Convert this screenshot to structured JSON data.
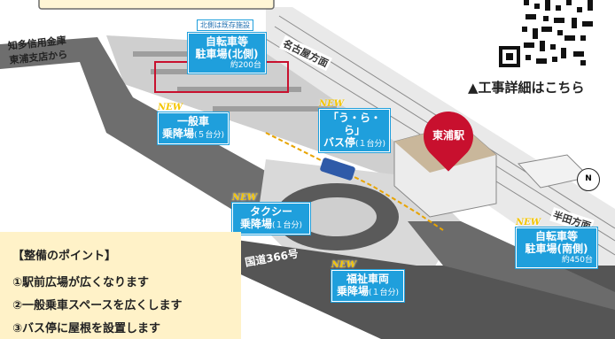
{
  "header_banner": "",
  "labels": {
    "from_bank": "知多信用金庫\n東浦支店から",
    "to_nagoya": "名古屋方面",
    "to_handa": "半田方面",
    "route366": "国道366号",
    "compass_n": "N"
  },
  "station": {
    "name": "東浦駅"
  },
  "callouts": {
    "bike_north": {
      "note": "北側は既存施設",
      "line1": "自転車等",
      "line2": "駐車場(北側)",
      "capacity": "約200台"
    },
    "general_car": {
      "new": "NEW",
      "line1": "一般車",
      "line2": "乗降場",
      "capacity": "(５台分)"
    },
    "bus_stop": {
      "new": "NEW",
      "line1": "「う・ら・ら」",
      "line2": "バス停",
      "capacity": "(１台分)"
    },
    "taxi": {
      "new": "NEW",
      "line1": "タクシー",
      "line2": "乗降場",
      "capacity": "(１台分)"
    },
    "welfare": {
      "new": "NEW",
      "line1": "福祉車両",
      "line2": "乗降場",
      "capacity": "(１台分)"
    },
    "bike_south": {
      "new": "NEW",
      "line1": "自転車等",
      "line2": "駐車場(南側)",
      "capacity": "約450台"
    }
  },
  "qr": {
    "caption": "▲工事詳細はこちら"
  },
  "points": {
    "title": "【整備のポイント】",
    "items": [
      "①駅前広場が広くなります",
      "②一般乗車スペースを広くします",
      "③バス停に屋根を設置します"
    ]
  },
  "colors": {
    "callout": "#1f9fdc",
    "station_pin": "#c8102e",
    "points_bg": "#fff2c8",
    "new_text": "#f4c500",
    "road": "#4a4a4a",
    "plaza": "#d9d9d9"
  }
}
